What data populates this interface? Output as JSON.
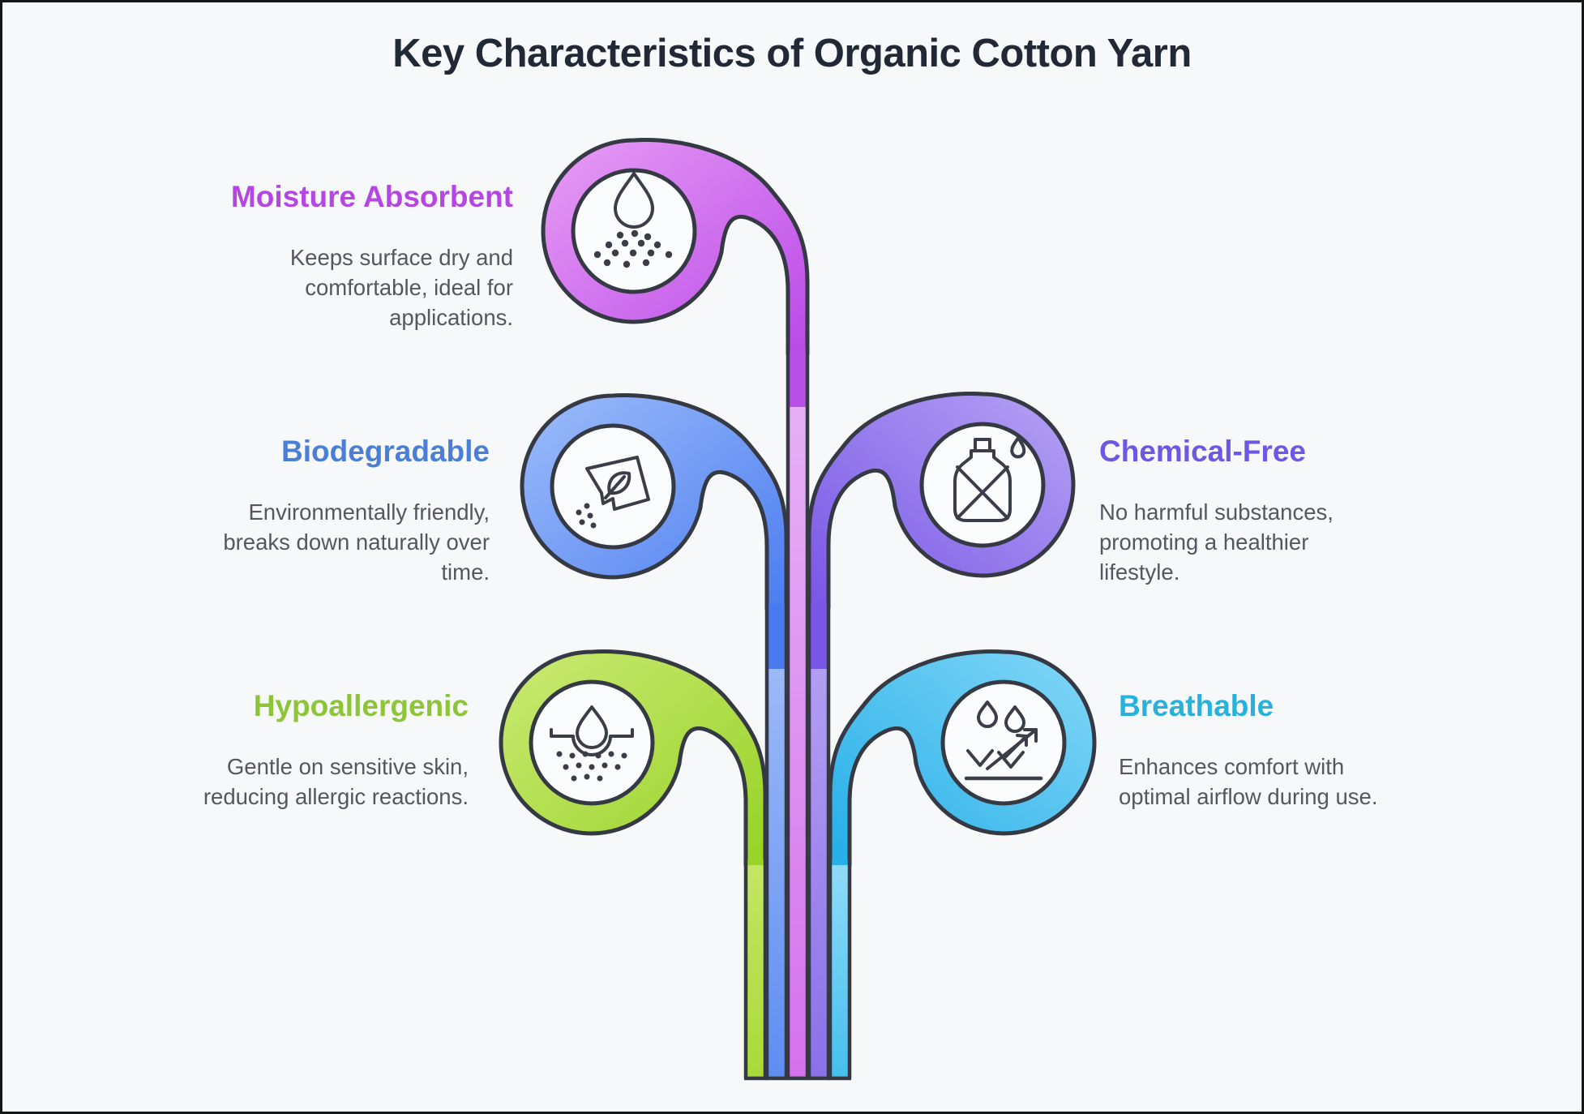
{
  "title": "Key Characteristics of Organic Cotton Yarn",
  "items": [
    {
      "id": "moisture-absorbent",
      "heading": "Moisture Absorbent",
      "description": "Keeps surface dry and\ncomfortable, ideal for\napplications.",
      "accent": "#b546e4",
      "leaf_color": "#c95fe9",
      "side": "left",
      "icon": "droplet-mist-icon"
    },
    {
      "id": "biodegradable",
      "heading": "Biodegradable",
      "description": "Environmentally friendly,\nbreaks down naturally over\ntime.",
      "accent": "#4b7fd6",
      "leaf_color": "#6b97f3",
      "side": "left",
      "icon": "compost-package-icon"
    },
    {
      "id": "chemical-free",
      "heading": "Chemical-Free",
      "description": "No harmful substances,\npromoting a healthier\nlifestyle.",
      "accent": "#6b58e3",
      "leaf_color": "#9379ec",
      "side": "right",
      "icon": "no-chemicals-bottle-icon"
    },
    {
      "id": "hypoallergenic",
      "heading": "Hypoallergenic",
      "description": "Gentle on sensitive skin,\nreducing allergic reactions.",
      "accent": "#8ec437",
      "leaf_color": "#a8d93c",
      "side": "left",
      "icon": "skin-droplet-icon"
    },
    {
      "id": "breathable",
      "heading": "Breathable",
      "description": "Enhances comfort with\noptimal airflow during use.",
      "accent": "#26b2dd",
      "leaf_color": "#46c0ee",
      "side": "right",
      "icon": "airflow-icon"
    }
  ],
  "colors": {
    "background": "#f7f8fa",
    "title_text": "#212836",
    "body_text": "#53575f",
    "outline": "#353944"
  }
}
